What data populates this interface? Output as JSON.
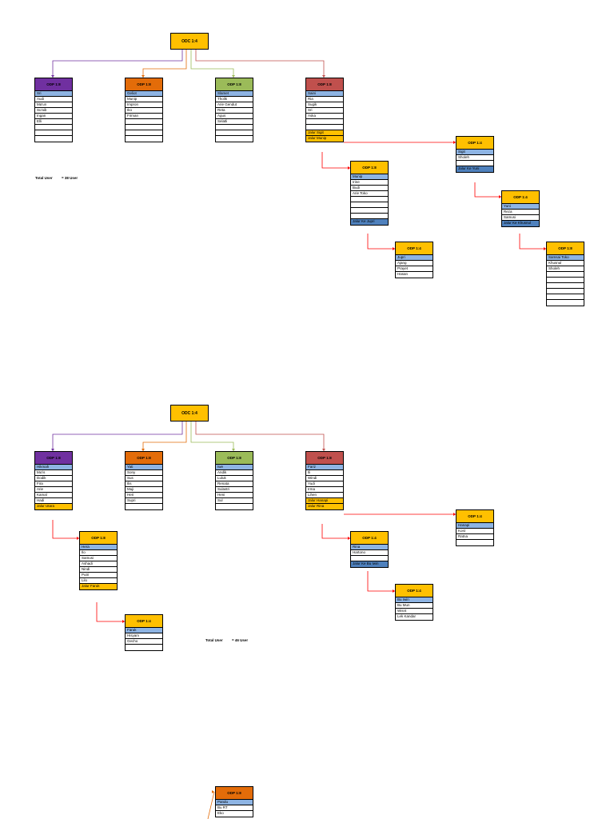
{
  "colors": {
    "odc": "#ffc000",
    "purple": "#7030a0",
    "orange": "#e36c09",
    "green": "#9bbb59",
    "red": "#c0504d",
    "line_red": "#ff0000",
    "row_blue": "#8eb4e3",
    "row_orange": "#ffc000",
    "row_dark_blue": "#4f81bd"
  },
  "sections": [
    {
      "odc": {
        "label": "ODC 1:4"
      },
      "total": {
        "label": "Total User",
        "value": "= 38 User"
      },
      "odps": [
        {
          "title": "ODP 1:8",
          "color": "purple",
          "rows": [
            {
              "text": "Sri",
              "style": "blue"
            },
            {
              "text": "Audi"
            },
            {
              "text": "Ma'un"
            },
            {
              "text": "Su'aib"
            },
            {
              "text": "Ingan"
            },
            {
              "text": "Elli"
            },
            {
              "text": ""
            },
            {
              "text": ""
            },
            {
              "text": ""
            }
          ]
        },
        {
          "title": "ODP 1:8",
          "color": "orange",
          "rows": [
            {
              "text": "Geliot",
              "style": "blue"
            },
            {
              "text": "Munip"
            },
            {
              "text": "Impron"
            },
            {
              "text": "Iko"
            },
            {
              "text": "Firman"
            },
            {
              "text": ""
            },
            {
              "text": ""
            },
            {
              "text": ""
            },
            {
              "text": ""
            }
          ]
        },
        {
          "title": "ODP 1:8",
          "color": "green",
          "rows": [
            {
              "text": "Slamet",
              "style": "blue"
            },
            {
              "text": "Tholik"
            },
            {
              "text": "Arie Gendut"
            },
            {
              "text": "Reta"
            },
            {
              "text": "Agus"
            },
            {
              "text": "Selatli"
            },
            {
              "text": ""
            },
            {
              "text": ""
            },
            {
              "text": ""
            }
          ]
        },
        {
          "title": "ODP 1:8",
          "color": "red",
          "rows": [
            {
              "text": "Saini",
              "style": "blue"
            },
            {
              "text": "Ria"
            },
            {
              "text": "Sugik"
            },
            {
              "text": "Sri"
            },
            {
              "text": "Aska"
            },
            {
              "text": ""
            },
            {
              "text": ""
            },
            {
              "text": "Jalur Sigit",
              "style": "orange"
            },
            {
              "text": "Jalur Munip",
              "style": "orange"
            }
          ]
        },
        {
          "title": "ODP 1:8",
          "color": "odc",
          "rows": [
            {
              "text": "Munip",
              "style": "blue"
            },
            {
              "text": "Irine"
            },
            {
              "text": "Budi"
            },
            {
              "text": "Arie Toko"
            },
            {
              "text": ""
            },
            {
              "text": ""
            },
            {
              "text": ""
            },
            {
              "text": ""
            },
            {
              "text": "Jalur Ke Jupri",
              "style": "dblue"
            }
          ]
        },
        {
          "title": "ODP 1:4",
          "color": "odc",
          "rows": [
            {
              "text": "Jupri",
              "style": "blue"
            },
            {
              "text": "Ajang"
            },
            {
              "text": "Prayet"
            },
            {
              "text": "Hasan"
            }
          ]
        },
        {
          "title": "ODP 1:4",
          "color": "odc",
          "rows": [
            {
              "text": "Sigit",
              "style": "blue"
            },
            {
              "text": "Sholeh"
            },
            {
              "text": ""
            },
            {
              "text": "Jalur Ke Yuni",
              "style": "dblue"
            }
          ]
        },
        {
          "title": "ODP 1:4",
          "color": "odc",
          "rows": [
            {
              "text": "Yuni",
              "style": "blue"
            },
            {
              "text": "Reza"
            },
            {
              "text": "Samusi"
            },
            {
              "text": "Jalur Ke Khusnul",
              "style": "dblue"
            }
          ]
        },
        {
          "title": "ODP 1:8",
          "color": "odc",
          "rows": [
            {
              "text": "Samsai Toko",
              "style": "blue"
            },
            {
              "text": "Khusnul"
            },
            {
              "text": "Sholeh"
            },
            {
              "text": ""
            },
            {
              "text": ""
            },
            {
              "text": ""
            },
            {
              "text": ""
            },
            {
              "text": ""
            },
            {
              "text": ""
            }
          ]
        }
      ]
    },
    {
      "odc": {
        "label": "ODC 1:4"
      },
      "total": {
        "label": "Total User",
        "value": "= 46 User"
      },
      "odps": [
        {
          "title": "ODP 1:8",
          "color": "purple",
          "rows": [
            {
              "text": "Hikmah",
              "style": "blue"
            },
            {
              "text": "Mu'is"
            },
            {
              "text": "Dodik"
            },
            {
              "text": "Fira"
            },
            {
              "text": "Arie"
            },
            {
              "text": "Kamal"
            },
            {
              "text": "Hadi"
            },
            {
              "text": "Jalur Utara",
              "style": "orange"
            }
          ]
        },
        {
          "title": "ODP 1:8",
          "color": "orange",
          "rows": [
            {
              "text": "Yati",
              "style": "blue"
            },
            {
              "text": "Sony"
            },
            {
              "text": "Sus"
            },
            {
              "text": "Ilis"
            },
            {
              "text": "Muji"
            },
            {
              "text": "Heri"
            },
            {
              "text": "Supri"
            },
            {
              "text": ""
            }
          ]
        },
        {
          "title": "ODP 1:8",
          "color": "green",
          "rows": [
            {
              "text": "Iwe",
              "style": "blue"
            },
            {
              "text": "Andik"
            },
            {
              "text": "Luluk"
            },
            {
              "text": "Renata"
            },
            {
              "text": "Sulastri"
            },
            {
              "text": "Heni"
            },
            {
              "text": "Sul"
            },
            {
              "text": ""
            }
          ]
        },
        {
          "title": "ODP 1:8",
          "color": "red",
          "rows": [
            {
              "text": "Fariz",
              "style": "blue"
            },
            {
              "text": "Ili"
            },
            {
              "text": "Windi"
            },
            {
              "text": "Yudi"
            },
            {
              "text": "Irma"
            },
            {
              "text": "Lihen"
            },
            {
              "text": "Jalur Hanapi",
              "style": "orange"
            },
            {
              "text": "Jalur Rina",
              "style": "orange"
            }
          ]
        },
        {
          "title": "ODP 1:8",
          "color": "odc",
          "rows": [
            {
              "text": "Hera",
              "style": "blue"
            },
            {
              "text": "Ilo"
            },
            {
              "text": "Samusi"
            },
            {
              "text": "Ashadi"
            },
            {
              "text": "Nindi"
            },
            {
              "text": "Putri"
            },
            {
              "text": "Lilo"
            },
            {
              "text": "Jalur Faruk",
              "style": "orange"
            }
          ]
        },
        {
          "title": "ODP 1:4",
          "color": "odc",
          "rows": [
            {
              "text": "Faruk",
              "style": "blue"
            },
            {
              "text": "Hisyam"
            },
            {
              "text": "Gecho"
            },
            {
              "text": ""
            }
          ]
        },
        {
          "title": "ODP 1:4",
          "color": "odc",
          "rows": [
            {
              "text": "Rina",
              "style": "blue"
            },
            {
              "text": "Hartono"
            },
            {
              "text": ""
            },
            {
              "text": "Jalur Ke Bu Iwin",
              "style": "dblue"
            }
          ]
        },
        {
          "title": "ODP 1:4",
          "color": "odc",
          "rows": [
            {
              "text": "Bu Iwin",
              "style": "blue"
            },
            {
              "text": "Bu Mun"
            },
            {
              "text": "Wisnt"
            },
            {
              "text": "Lek Kandar"
            }
          ]
        },
        {
          "title": "ODP 1:4",
          "color": "odc",
          "rows": [
            {
              "text": "Hanapi",
              "style": "blue"
            },
            {
              "text": "Kost"
            },
            {
              "text": "Ratna"
            },
            {
              "text": ""
            }
          ]
        }
      ]
    },
    {
      "odps": [
        {
          "title": "ODP 1:8",
          "color": "orange",
          "rows": [
            {
              "text": "Pandu",
              "style": "blue"
            },
            {
              "text": "Bu RT"
            },
            {
              "text": "Eko"
            }
          ]
        }
      ]
    }
  ]
}
